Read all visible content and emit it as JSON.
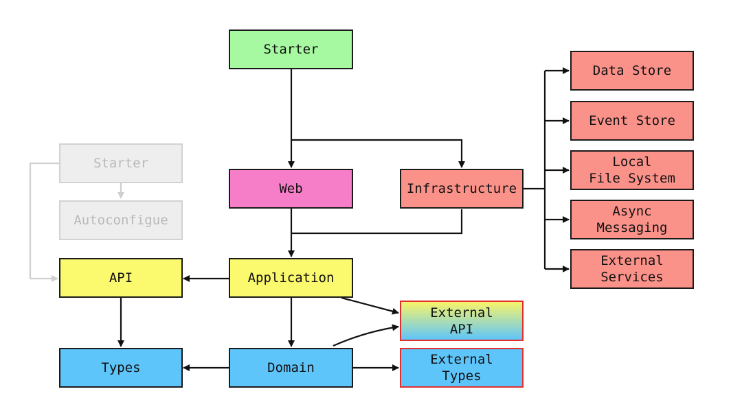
{
  "nodes": {
    "starter": "Starter",
    "web": "Web",
    "infrastructure": "Infrastructure",
    "application": "Application",
    "domain": "Domain",
    "api": "API",
    "types": "Types",
    "starter_faded": "Starter",
    "autoconfigure": "Autoconfigue",
    "external_api": "External\nAPI",
    "external_types": "External\nTypes",
    "data_store": "Data Store",
    "event_store": "Event Store",
    "local_fs": "Local\nFile System",
    "async_messaging": "Async\nMessaging",
    "external_services": "External\nServices"
  },
  "colors": {
    "green": "#a6f9a0",
    "pink": "#f67ec8",
    "salmon": "#fb928a",
    "yellow": "#fbf96e",
    "blue": "#5ec5fb",
    "faded": "#eeeeee",
    "gradient_top": "#f8f46a",
    "gradient_bottom": "#5ec5fb",
    "external_border": "#e0302f"
  }
}
